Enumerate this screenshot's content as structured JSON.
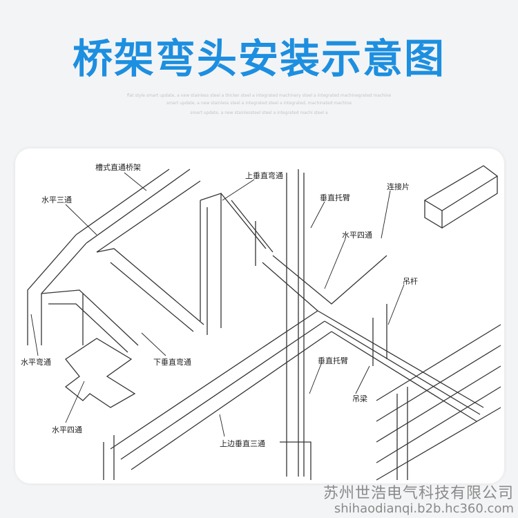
{
  "title": "桥架弯头安装示意图",
  "subtitle_lines": [
    "flat style smart update, a new stainless steel a thicker steel a integrated machinery steel a integrated machinegrated machine",
    "smart update, a new stainless steel a integrated steel a integrated, machinated machine",
    "smart update, a new stainlessteel steel a integrated machi steel a"
  ],
  "labels": {
    "straight_tray": "槽式直通桥架",
    "horizontal_tee": "水平三通",
    "upper_vertical_bend": "上垂直弯通",
    "vertical_bracket_1": "垂直托臂",
    "connector_plate": "连接片",
    "horizontal_cross_1": "水平四通",
    "hanger_rod": "吊杆",
    "horizontal_bend": "水平弯通",
    "lower_vertical_bend": "下垂直弯通",
    "vertical_bracket_2": "垂直托臂",
    "hanger_beam": "吊梁",
    "horizontal_cross_2": "水平四通",
    "upper_vertical_tee": "上边垂直三通"
  },
  "footer": {
    "company": "苏州世浩电气科技有限公司",
    "url": "shihaodianqi.b2b.hc360.com"
  }
}
